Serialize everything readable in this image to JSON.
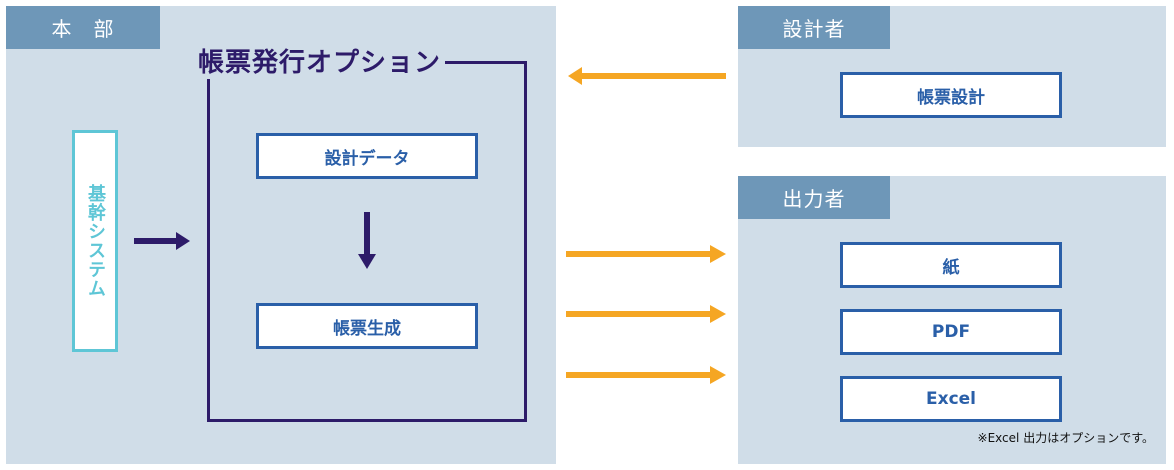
{
  "headquarters": {
    "tab_label": "本　部",
    "core_system_label": "基幹システム",
    "option_title": "帳票発行オプション",
    "design_data_label": "設計データ",
    "form_generation_label": "帳票生成"
  },
  "designer": {
    "tab_label": "設計者",
    "form_design_label": "帳票設計"
  },
  "output": {
    "tab_label": "出力者",
    "paper_label": "紙",
    "pdf_label": "PDF",
    "excel_label": "Excel",
    "note": "※Excel 出力はオプションです。"
  },
  "colors": {
    "panel_bg": "#d0dde8",
    "tab_bg": "#6e97b8",
    "box_border": "#2a5fa8",
    "core_border": "#5ec6d6",
    "option_frame": "#2d1b69",
    "flow_arrow": "#f5a623"
  }
}
